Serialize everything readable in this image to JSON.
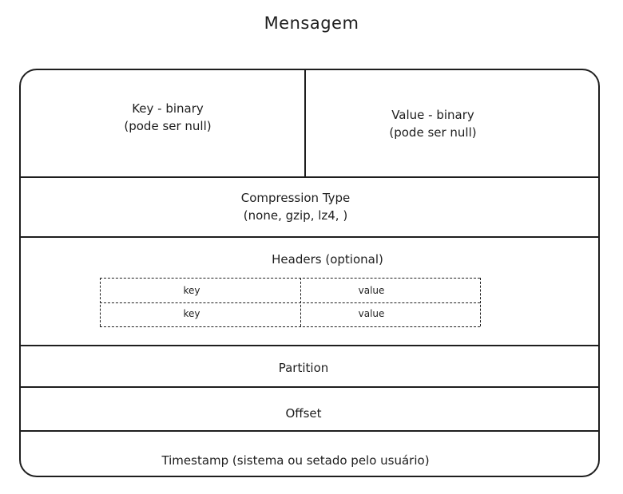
{
  "title": "Mensagem",
  "fields": {
    "key": {
      "line1": "Key - binary",
      "line2": "(pode ser null)"
    },
    "value": {
      "line1": "Value - binary",
      "line2": "(pode ser null)"
    },
    "compression": {
      "line1": "Compression Type",
      "line2": "(none, gzip, lz4, )"
    },
    "headers": {
      "label": "Headers (optional)",
      "rows": [
        {
          "key": "key",
          "value": "value"
        },
        {
          "key": "key",
          "value": "value"
        }
      ]
    },
    "partition": "Partition",
    "offset": "Offset",
    "timestamp": "Timestamp (sistema ou setado pelo usuário)"
  }
}
